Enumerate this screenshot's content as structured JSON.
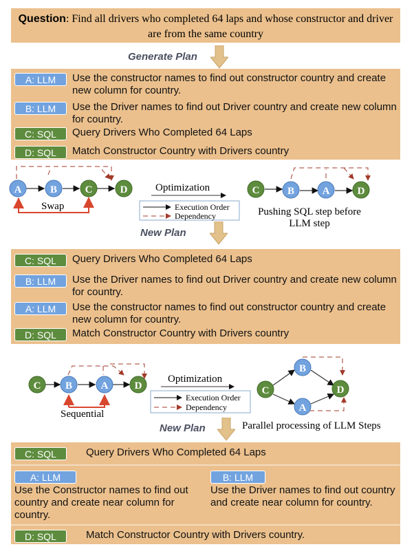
{
  "question": {
    "label": "Question",
    "text": ": Find all drivers who completed 64 laps and whose constructor and driver are from the same country"
  },
  "labels": {
    "generate_plan": "Generate Plan",
    "new_plan": "New Plan"
  },
  "plan1": [
    {
      "chip": "A: LLM",
      "type": "llm",
      "text": "Use the constructor names to find out constructor country and create new column for country."
    },
    {
      "chip": "B: LLM",
      "type": "llm",
      "text": "Use the Driver names to find out Driver country and create new column for country."
    },
    {
      "chip": "C: SQL",
      "type": "sql",
      "text": "Query Drivers Who Completed 64 Laps"
    },
    {
      "chip": "D: SQL",
      "type": "sql",
      "text": "Match Constructor Country with Drivers country"
    }
  ],
  "plan2": [
    {
      "chip": "C: SQL",
      "type": "sql",
      "text": "Query Drivers Who Completed 64 Laps"
    },
    {
      "chip": "B: LLM",
      "type": "llm",
      "text": "Use the Driver names to find out Driver country and create new column for country."
    },
    {
      "chip": "A: LLM",
      "type": "llm",
      "text": "Use the constructor names to find out constructor country and create new column for country."
    },
    {
      "chip": "D: SQL",
      "type": "sql",
      "text": "Match Constructor Country with Drivers country"
    }
  ],
  "plan3": {
    "c": {
      "chip": "C: SQL",
      "text": "Query Drivers Who Completed 64 Laps"
    },
    "a": {
      "chip": "A: LLM",
      "text": "Use the Constructor names to find out country and create near column for country."
    },
    "b": {
      "chip": "B: LLM",
      "text": "Use the Driver names to find out country and create near column for country."
    },
    "d": {
      "chip": "D: SQL",
      "text": "Match Constructor Country with Drivers country."
    }
  },
  "diagram1": {
    "nodes": [
      "A",
      "B",
      "C",
      "D"
    ],
    "swap": "Swap",
    "optimization": "Optimization",
    "legend_exec": "Execution Order",
    "legend_dep": "Dependency",
    "caption1": "Pushing SQL step before",
    "caption2": "LLM step"
  },
  "diagram2": {
    "sequential": "Sequential",
    "optimization": "Optimization",
    "legend_exec": "Execution Order",
    "legend_dep": "Dependency",
    "caption": "Parallel processing of LLM Steps"
  },
  "colors": {
    "panel": "#EBC08D",
    "llm": "#72A3DF",
    "sql": "#5E8C3E",
    "dep": "#A33A2A"
  }
}
